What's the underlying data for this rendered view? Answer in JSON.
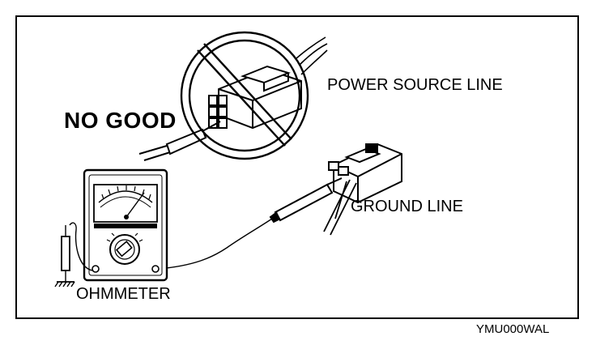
{
  "figure": {
    "labels": {
      "no_good": "NO GOOD",
      "power_source_line": "POWER SOURCE LINE",
      "ground_line": "GROUND LINE",
      "ohmmeter": "OHMMETER"
    },
    "figure_code": "YMU000WAL"
  }
}
